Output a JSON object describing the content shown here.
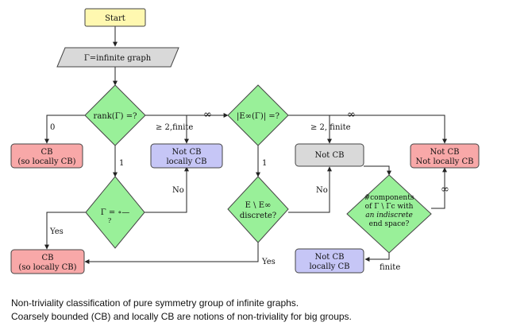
{
  "nodes": {
    "start": {
      "label": "Start"
    },
    "input": {
      "label": "Γ=infinite graph"
    },
    "rank_decision": {
      "label": "rank(Γ) =?"
    },
    "cb1": {
      "line1": "CB",
      "line2": "(so locally CB)"
    },
    "notcb_local1": {
      "line1": "Not CB",
      "line2": "locally CB"
    },
    "ray_decision": {
      "line1": "Γ = ∘—",
      "line2": "?"
    },
    "cb2": {
      "line1": "CB",
      "line2": "(so locally CB)"
    },
    "ends_decision": {
      "label": "|E∞(Γ)| =?"
    },
    "discrete_decision": {
      "line1": "E \\ E∞",
      "line2": "discrete?"
    },
    "notcb_gray": {
      "label": "Not CB"
    },
    "components_decision": {
      "line1": "#components",
      "line2": "of Γ \\ Γc with",
      "line3": "an indiscrete",
      "line4": "end space?"
    },
    "notcb_notlocal": {
      "line1": "Not CB",
      "line2": "Not locally CB"
    },
    "notcb_local2": {
      "line1": "Not CB",
      "line2": "locally CB"
    }
  },
  "edge_labels": {
    "rank_zero": "0",
    "rank_one": "1",
    "rank_ge2": "≥ 2,finite",
    "rank_inf": "∞",
    "ray_yes": "Yes",
    "ray_no": "No",
    "ends_one": "1",
    "ends_ge2": "≥ 2, finite",
    "ends_inf": "∞",
    "discrete_yes": "Yes",
    "discrete_no": "No",
    "comp_finite": "finite",
    "comp_inf": "∞"
  },
  "caption": {
    "line1": "Non-triviality classification of pure symmetry group of infinite graphs.",
    "line2": "Coarsely bounded (CB) and locally CB are notions of non-triviality for big groups."
  },
  "colors": {
    "start": "#fff8b0",
    "input": "#d9d9d9",
    "decision": "#99f099",
    "cb_red": "#f8a8a8",
    "cb_blue": "#c6c6f6",
    "gray": "#d9d9d9",
    "stroke": "#444444"
  }
}
